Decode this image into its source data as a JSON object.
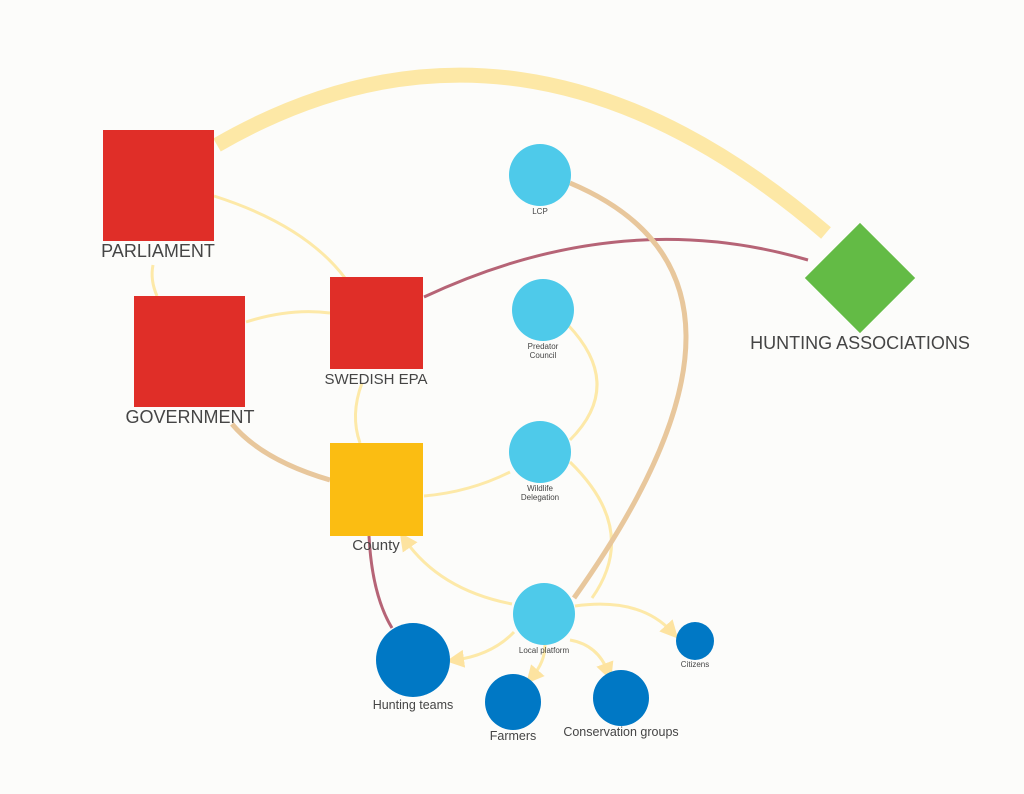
{
  "colors": {
    "authority": "#e02e28",
    "county": "#fbbd12",
    "hunting_associations": "#63bb45",
    "platform": "#4ecaea",
    "stakeholder": "#0078c5",
    "link_weak": "#fde9a8",
    "link_tan": "#e8c79c",
    "link_mauve": "#b66476",
    "link_strong": "#fde8a6"
  },
  "nodes": {
    "parliament": "PARLIAMENT",
    "government": "GOVERNMENT",
    "swedish_epa": "SWEDISH EPA",
    "county": "County",
    "hunting_associations": "HUNTING ASSOCIATIONS",
    "lcp": "LCP",
    "predator_council": [
      "Predator",
      "Council"
    ],
    "wildlife_delegation": [
      "Wildlife",
      "Delegation"
    ],
    "local_platform": "Local platform",
    "hunting_teams": "Hunting teams",
    "farmers": "Farmers",
    "conservation_groups": "Conservation groups",
    "citizens": "Citizens"
  }
}
